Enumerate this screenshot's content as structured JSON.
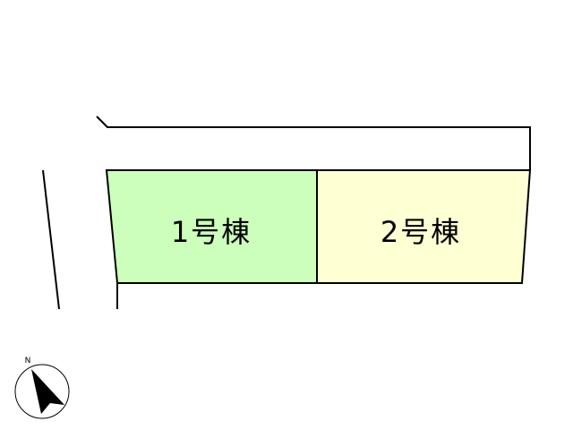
{
  "site_plan": {
    "lots": [
      {
        "label": "1号棟",
        "fill": "#ccffbb"
      },
      {
        "label": "2号棟",
        "fill": "#ffffd4"
      }
    ],
    "line_color": "#000000",
    "background": "#ffffff"
  },
  "compass": {
    "letter": "N",
    "icon": "north-arrow-icon"
  }
}
